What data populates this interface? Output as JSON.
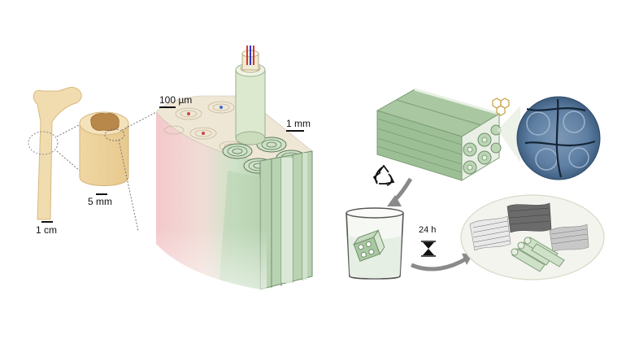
{
  "labels": {
    "scale_bone": "1 cm",
    "scale_section": "5 mm",
    "scale_micro": "100 µm",
    "scale_block": "1 mm",
    "time": "24 h"
  },
  "colors": {
    "bone": "#f0dcae",
    "bone_dark": "#e3c48c",
    "marrow": "#b8874a",
    "scaffold_green": "#b9d3b2",
    "scaffold_green_dark": "#8fb08a",
    "scaffold_face": "#cfe1c8",
    "pink": "#f3cfd0",
    "oval_bg": "#f2f2ec",
    "micro_blue": "#4c6f93"
  },
  "icons": [
    "recycle-icon",
    "hourglass-icon",
    "hexagon-molecule-icon",
    "curved-arrow-icon"
  ]
}
